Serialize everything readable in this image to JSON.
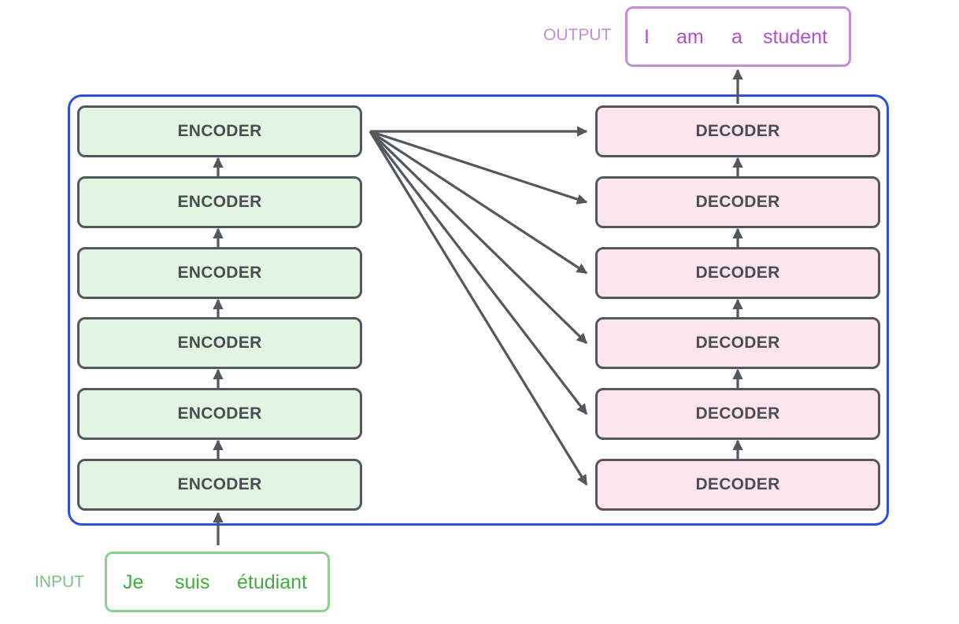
{
  "encoders": [
    "ENCODER",
    "ENCODER",
    "ENCODER",
    "ENCODER",
    "ENCODER",
    "ENCODER"
  ],
  "decoders": [
    "DECODER",
    "DECODER",
    "DECODER",
    "DECODER",
    "DECODER",
    "DECODER"
  ],
  "input": {
    "label": "INPUT",
    "tokens": [
      "Je",
      "suis",
      "étudiant"
    ]
  },
  "output": {
    "label": "OUTPUT",
    "tokens": [
      "I",
      "am",
      "a",
      "student"
    ]
  },
  "colors": {
    "frame": "#2f4ee0",
    "block_border": "#54585e",
    "encoder_fill": "#e2f5e1",
    "decoder_fill": "#fde5ee",
    "input_text": "#3fae3f",
    "input_label": "#7fc08a",
    "output_text": "#b14fd0",
    "output_label": "#c48fd3",
    "arrow": "#54585e"
  }
}
